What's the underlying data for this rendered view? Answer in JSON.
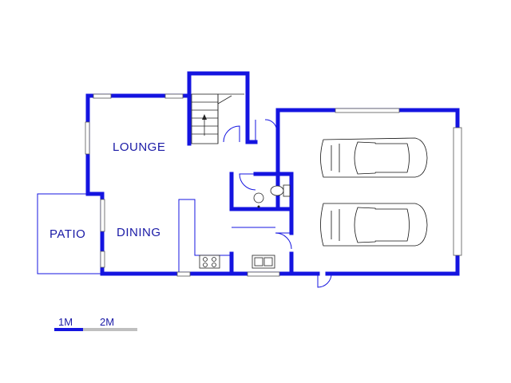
{
  "plan": {
    "rooms": {
      "lounge": "LOUNGE",
      "dining": "DINING",
      "patio": "PATIO"
    },
    "scale_bar": {
      "label_1": "1M",
      "label_2": "2M",
      "primary_color": "#1414e0",
      "secondary_color": "#bfbfbf"
    },
    "wall_color": "#1414e0",
    "icons": [
      "car-icon",
      "stove-icon",
      "sink-icon",
      "toilet-icon",
      "basin-icon",
      "stair-icon",
      "door-icon",
      "window-icon"
    ]
  }
}
